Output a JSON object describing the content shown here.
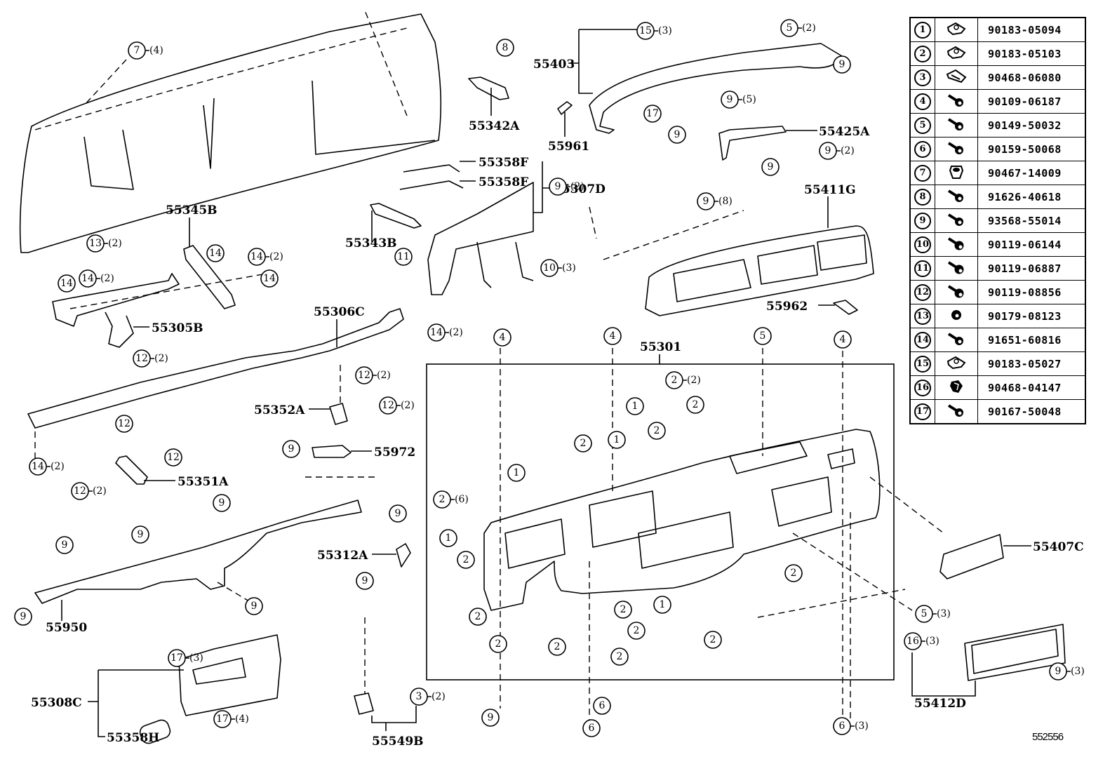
{
  "diagram": {
    "type": "exploded parts diagram - instrument panel",
    "diagram_code": "552556",
    "part_labels": [
      {
        "id": "55342A"
      },
      {
        "id": "55403"
      },
      {
        "id": "55961"
      },
      {
        "id": "55425A"
      },
      {
        "id": "55358F-1",
        "text": "55358F"
      },
      {
        "id": "55358F-2",
        "text": "55358F"
      },
      {
        "id": "55307D"
      },
      {
        "id": "55343B"
      },
      {
        "id": "55411G"
      },
      {
        "id": "55345B"
      },
      {
        "id": "55305B"
      },
      {
        "id": "55306C"
      },
      {
        "id": "55962"
      },
      {
        "id": "55301"
      },
      {
        "id": "55352A"
      },
      {
        "id": "55972"
      },
      {
        "id": "55351A"
      },
      {
        "id": "55312A"
      },
      {
        "id": "55407C"
      },
      {
        "id": "55950"
      },
      {
        "id": "55308C"
      },
      {
        "id": "55358H"
      },
      {
        "id": "55549B"
      },
      {
        "id": "55412D"
      }
    ],
    "callouts": [
      {
        "num": "7",
        "qty": "(4)"
      },
      {
        "num": "8",
        "qty": ""
      },
      {
        "num": "15",
        "qty": "(3)"
      },
      {
        "num": "5",
        "qty": "(2)"
      },
      {
        "num": "9",
        "qty": ""
      },
      {
        "num": "9",
        "qty": "(5)"
      },
      {
        "num": "17",
        "qty": ""
      },
      {
        "num": "9",
        "qty": ""
      },
      {
        "num": "9",
        "qty": "(2)"
      },
      {
        "num": "9",
        "qty": ""
      },
      {
        "num": "9",
        "qty": "(8)"
      },
      {
        "num": "11",
        "qty": ""
      },
      {
        "num": "9",
        "qty": "(2)"
      },
      {
        "num": "10",
        "qty": "(3)"
      },
      {
        "num": "13",
        "qty": "(2)"
      },
      {
        "num": "14",
        "qty": ""
      },
      {
        "num": "14",
        "qty": "(2)"
      },
      {
        "num": "14",
        "qty": ""
      },
      {
        "num": "14",
        "qty": "(2)"
      },
      {
        "num": "14",
        "qty": ""
      },
      {
        "num": "12",
        "qty": "(2)"
      },
      {
        "num": "14",
        "qty": "(2)"
      },
      {
        "num": "12",
        "qty": "(2)"
      },
      {
        "num": "12",
        "qty": "(2)"
      },
      {
        "num": "12",
        "qty": ""
      },
      {
        "num": "12",
        "qty": ""
      },
      {
        "num": "14",
        "qty": "(2)"
      },
      {
        "num": "12",
        "qty": "(2)"
      },
      {
        "num": "9",
        "qty": ""
      },
      {
        "num": "9",
        "qty": ""
      },
      {
        "num": "9",
        "qty": ""
      },
      {
        "num": "9",
        "qty": ""
      },
      {
        "num": "9",
        "qty": ""
      },
      {
        "num": "9",
        "qty": ""
      },
      {
        "num": "9",
        "qty": ""
      },
      {
        "num": "9",
        "qty": ""
      },
      {
        "num": "17",
        "qty": "(3)"
      },
      {
        "num": "17",
        "qty": "(4)"
      },
      {
        "num": "3",
        "qty": "(2)"
      },
      {
        "num": "9",
        "qty": ""
      },
      {
        "num": "4",
        "qty": ""
      },
      {
        "num": "4",
        "qty": ""
      },
      {
        "num": "5",
        "qty": ""
      },
      {
        "num": "4",
        "qty": ""
      },
      {
        "num": "2",
        "qty": "(2)"
      },
      {
        "num": "1",
        "qty": ""
      },
      {
        "num": "2",
        "qty": ""
      },
      {
        "num": "2",
        "qty": ""
      },
      {
        "num": "1",
        "qty": ""
      },
      {
        "num": "2",
        "qty": ""
      },
      {
        "num": "1",
        "qty": ""
      },
      {
        "num": "2",
        "qty": "(6)"
      },
      {
        "num": "1",
        "qty": ""
      },
      {
        "num": "2",
        "qty": ""
      },
      {
        "num": "2",
        "qty": ""
      },
      {
        "num": "2",
        "qty": ""
      },
      {
        "num": "1",
        "qty": ""
      },
      {
        "num": "2",
        "qty": ""
      },
      {
        "num": "2",
        "qty": ""
      },
      {
        "num": "2",
        "qty": ""
      },
      {
        "num": "2",
        "qty": ""
      },
      {
        "num": "2",
        "qty": ""
      },
      {
        "num": "2",
        "qty": ""
      },
      {
        "num": "6",
        "qty": ""
      },
      {
        "num": "6",
        "qty": ""
      },
      {
        "num": "6",
        "qty": "(3)"
      },
      {
        "num": "5",
        "qty": "(3)"
      },
      {
        "num": "16",
        "qty": "(3)"
      },
      {
        "num": "9",
        "qty": "(3)"
      }
    ]
  },
  "reference_table": {
    "rows": [
      {
        "num": "1",
        "icon": "clip-nut-icon",
        "part_number": "90183-05094"
      },
      {
        "num": "2",
        "icon": "clip-nut-icon",
        "part_number": "90183-05103"
      },
      {
        "num": "3",
        "icon": "retainer-clip-icon",
        "part_number": "90468-06080"
      },
      {
        "num": "4",
        "icon": "screw-icon",
        "part_number": "90109-06187"
      },
      {
        "num": "5",
        "icon": "screw-icon",
        "part_number": "90149-50032"
      },
      {
        "num": "6",
        "icon": "screw-icon",
        "part_number": "90159-50068"
      },
      {
        "num": "7",
        "icon": "push-nut-icon",
        "part_number": "90467-14009"
      },
      {
        "num": "8",
        "icon": "screw-icon",
        "part_number": "91626-40618"
      },
      {
        "num": "9",
        "icon": "screw-icon",
        "part_number": "93568-55014"
      },
      {
        "num": "10",
        "icon": "bolt-icon",
        "part_number": "90119-06144"
      },
      {
        "num": "11",
        "icon": "bolt-icon",
        "part_number": "90119-06887"
      },
      {
        "num": "12",
        "icon": "bolt-icon",
        "part_number": "90119-08856"
      },
      {
        "num": "13",
        "icon": "nut-icon",
        "part_number": "90179-08123"
      },
      {
        "num": "14",
        "icon": "screw-icon",
        "part_number": "91651-60816"
      },
      {
        "num": "15",
        "icon": "clip-nut-icon",
        "part_number": "90183-05027"
      },
      {
        "num": "16",
        "icon": "clip-icon",
        "part_number": "90468-04147"
      },
      {
        "num": "17",
        "icon": "screw-icon",
        "part_number": "90167-50048"
      }
    ]
  }
}
